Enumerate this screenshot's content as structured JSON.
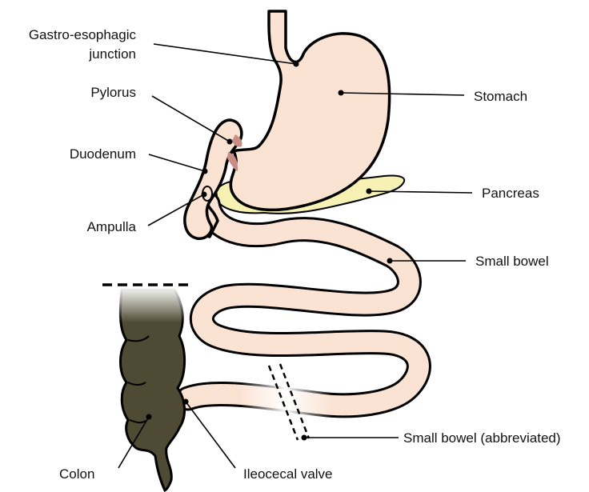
{
  "labels": {
    "gastro_1": "Gastro-esophagic",
    "gastro_2": "junction",
    "pylorus": "Pylorus",
    "duodenum": "Duodenum",
    "ampulla": "Ampulla",
    "stomach": "Stomach",
    "pancreas": "Pancreas",
    "small_bowel": "Small bowel",
    "small_bowel_abbrev": "Small bowel (abbreviated)",
    "colon": "Colon",
    "ileocecal": "Ileocecal valve"
  },
  "colors": {
    "organ_fill": "#fbe3d3",
    "pancreas_fill": "#f7f2b4",
    "colon_fill": "#4e4a33",
    "sphincter": "#c98d85",
    "outline": "#000000"
  }
}
